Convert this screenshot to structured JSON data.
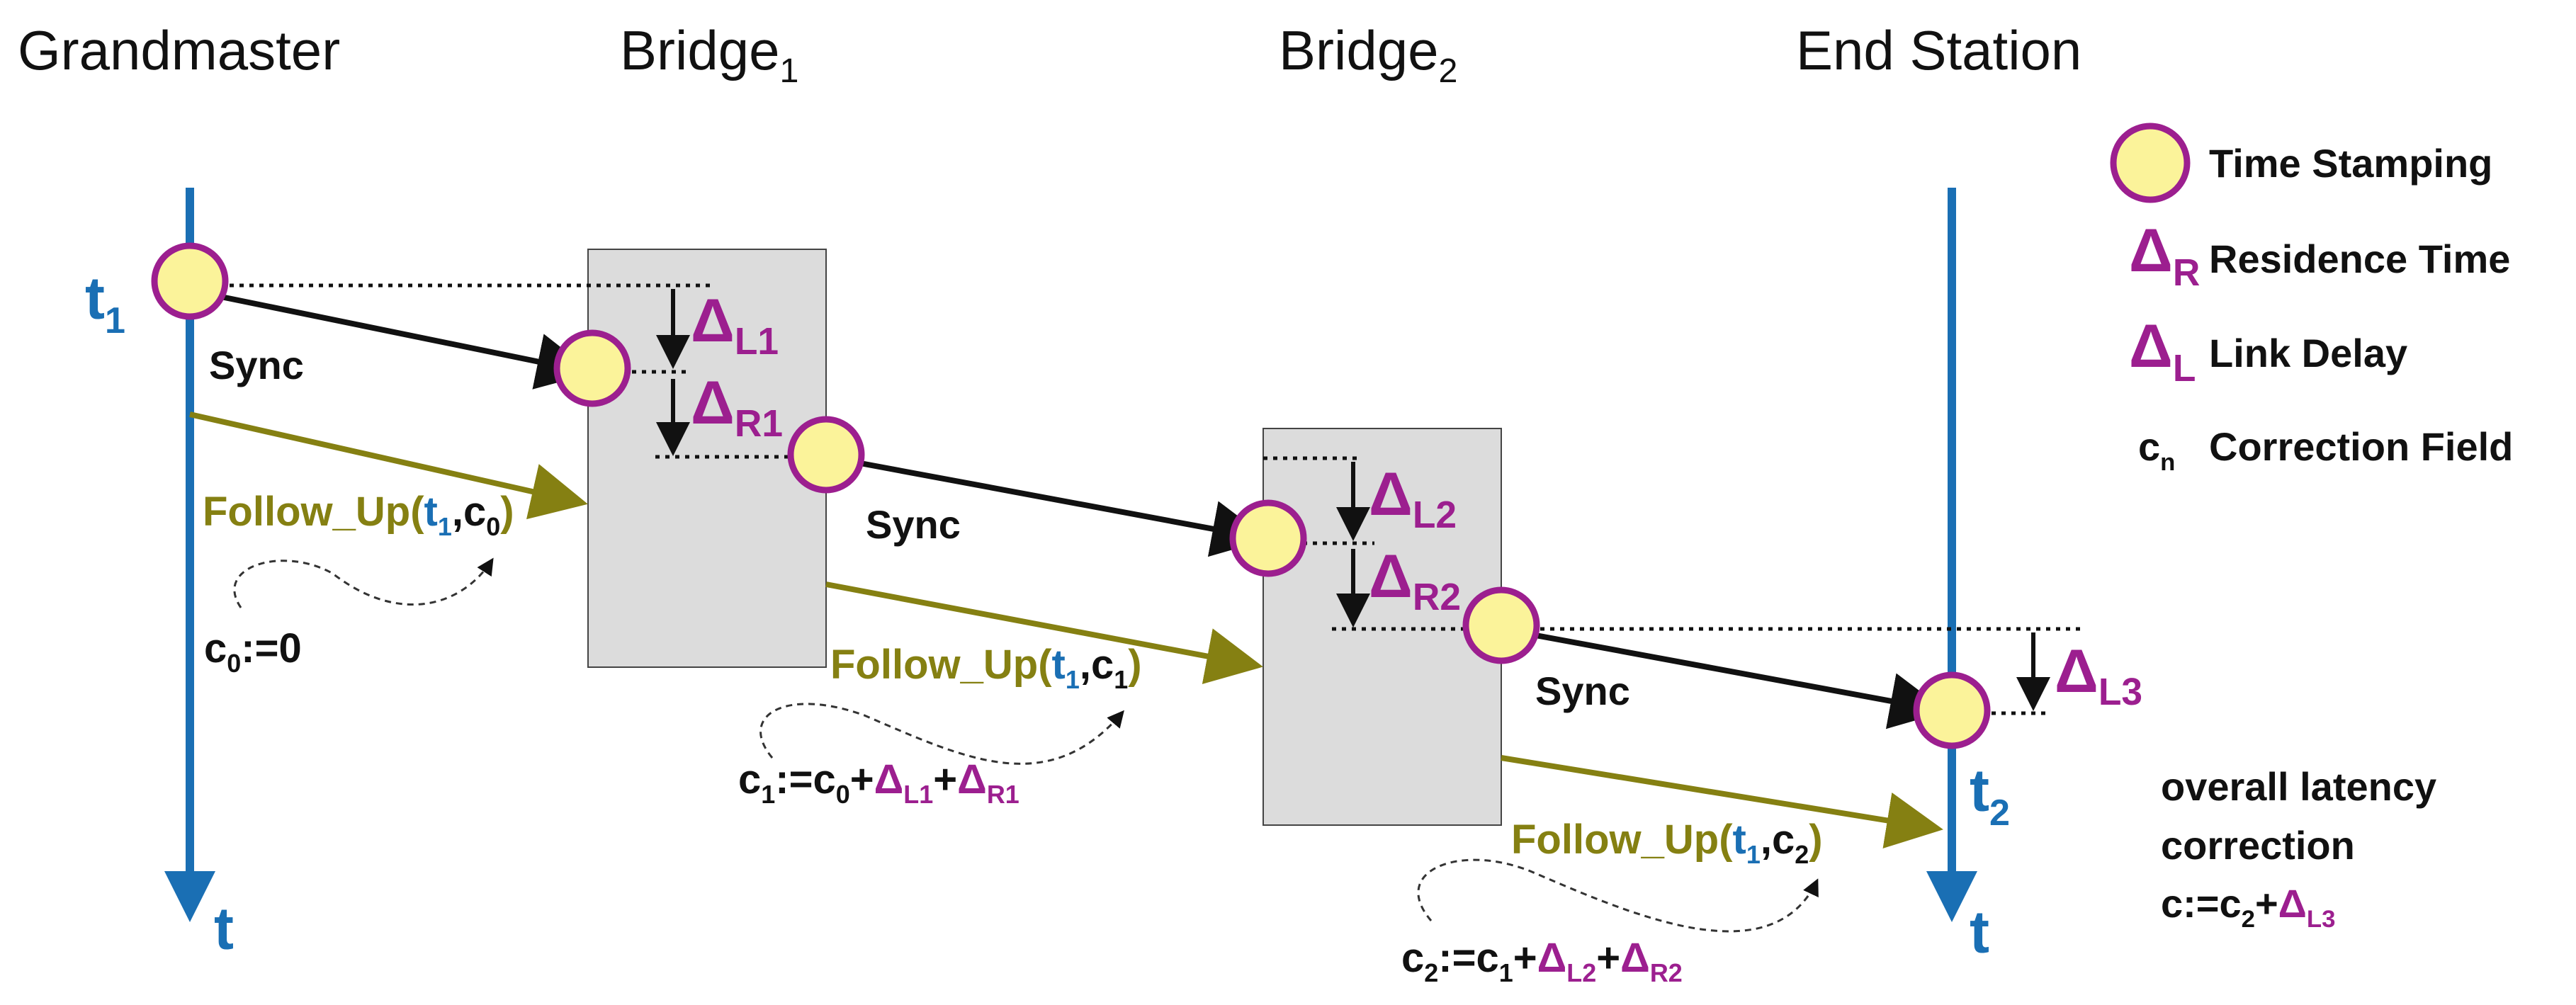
{
  "colors": {
    "timeline": "#1a6fb4",
    "delta": "#9c1f8f",
    "follow_up": "#858012",
    "stamp_fill": "#fbf39a",
    "stamp_stroke": "#9c1f8f",
    "bridge_box": "#dcdcdc",
    "arrow": "#111111"
  },
  "headers": {
    "grandmaster": "Grandmaster",
    "bridge1": "Bridge",
    "bridge1_sub": "1",
    "bridge2": "Bridge",
    "bridge2_sub": "2",
    "end_station": "End Station"
  },
  "timelines": {
    "t1": "t",
    "t1_sub": "1",
    "t2": "t",
    "t2_sub": "2",
    "t_left": "t",
    "t_right": "t"
  },
  "sync_labels": [
    "Sync",
    "Sync",
    "Sync"
  ],
  "follow_ups": [
    {
      "name": "Follow_Up",
      "open": "(",
      "t": "t",
      "t_sub": "1",
      "comma": ",",
      "c": "c",
      "c_sub": "0",
      "close": ")"
    },
    {
      "name": "Follow_Up",
      "open": "(",
      "t": "t",
      "t_sub": "1",
      "comma": ",",
      "c": "c",
      "c_sub": "1",
      "close": ")"
    },
    {
      "name": "Follow_Up",
      "open": "(",
      "t": "t",
      "t_sub": "1",
      "comma": ",",
      "c": "c",
      "c_sub": "2",
      "close": ")"
    }
  ],
  "corrections": {
    "c0": {
      "c": "c",
      "sub": "0",
      "rest": ":=0"
    },
    "c1": {
      "c": "c",
      "sub": "1",
      "assign": ":=c",
      "c_sub": "0",
      "plus1": "+",
      "d1": "Δ",
      "d1_sub": "L1",
      "plus2": "+",
      "d2": "Δ",
      "d2_sub": "R1"
    },
    "c2": {
      "c": "c",
      "sub": "2",
      "assign": ":=c",
      "c_sub": "1",
      "plus1": "+",
      "d1": "Δ",
      "d1_sub": "L2",
      "plus2": "+",
      "d2": "Δ",
      "d2_sub": "R2"
    }
  },
  "deltas": {
    "L1": {
      "d": "Δ",
      "sub": "L1"
    },
    "R1": {
      "d": "Δ",
      "sub": "R1"
    },
    "L2": {
      "d": "Δ",
      "sub": "L2"
    },
    "R2": {
      "d": "Δ",
      "sub": "R2"
    },
    "L3": {
      "d": "Δ",
      "sub": "L3"
    }
  },
  "legend": {
    "time_stamping": "Time Stamping",
    "residence_symbol": "Δ",
    "residence_sub": "R",
    "residence_time": "Residence Time",
    "link_symbol": "Δ",
    "link_sub": "L",
    "link_delay": "Link Delay",
    "cn_symbol": "c",
    "cn_sub": "n",
    "correction_field": "Correction Field"
  },
  "overall": {
    "line1": "overall latency",
    "line2": "correction",
    "formula_c": "c:=c",
    "formula_sub": "2",
    "formula_plus": "+",
    "formula_d": "Δ",
    "formula_dsub": "L3"
  }
}
